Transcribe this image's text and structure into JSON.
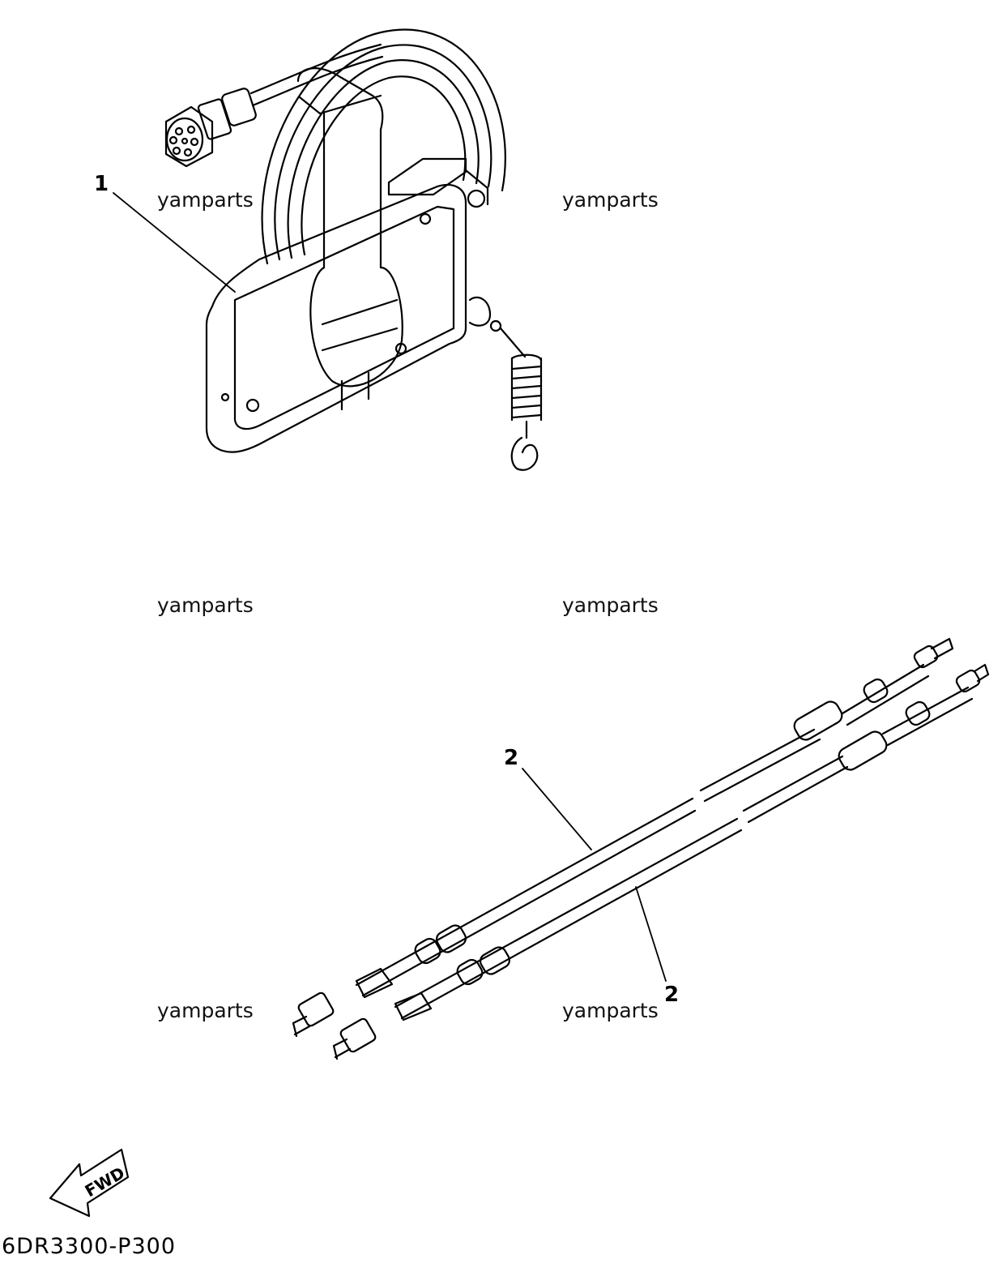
{
  "watermarks": [
    "yamparts",
    "yamparts",
    "yamparts",
    "yamparts",
    "yamparts",
    "yamparts"
  ],
  "callouts": {
    "part1": "1",
    "part2a": "2",
    "part2b": "2"
  },
  "direction_arrow": {
    "label": "FWD",
    "icon": "fwd-arrow-icon"
  },
  "diagram_code": "6DR3300-P300"
}
